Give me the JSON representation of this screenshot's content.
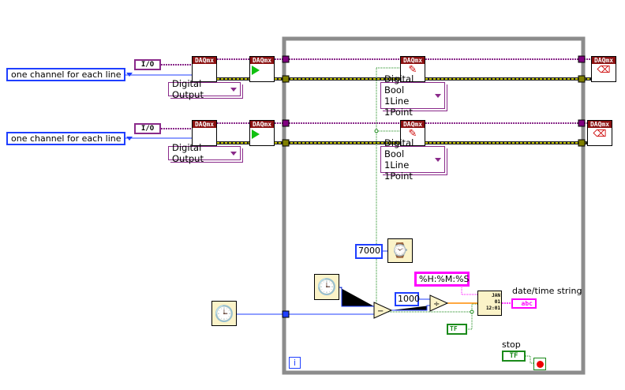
{
  "diagram": {
    "rows": [
      {
        "lines_ring": "one channel for each line",
        "io_constant": "I/O",
        "create_header": "DAQmx",
        "channel_type": "Digital Output",
        "start_header": "DAQmx",
        "write_header": "DAQmx",
        "write_mode": [
          "Digital Bool",
          "1Line 1Point"
        ],
        "clear_header": "DAQmx"
      },
      {
        "lines_ring": "one channel for each line",
        "io_constant": "I/O",
        "create_header": "DAQmx",
        "channel_type": "Digital Output",
        "start_header": "DAQmx",
        "write_header": "DAQmx",
        "write_mode": [
          "Digital Bool",
          "1Line 1Point"
        ],
        "clear_header": "DAQmx"
      }
    ],
    "wait_ms": "7000",
    "divisor": "1000",
    "format_string": "%H:%M:%S",
    "datetime_indicator_label": "date/time string",
    "datetime_indicator_text": "abc",
    "bool_constant": "TF",
    "stop_label": "stop",
    "stop_indicator": "TF",
    "loop_iteration": "i",
    "format_icon_text": [
      "JAN",
      "01",
      "12:01"
    ],
    "colors": {
      "task_wire": "#8a2a8a",
      "error_wire": "#c8c800",
      "numeric_wire": "#1f3fff",
      "double_wire": "#ff8c00",
      "boolean_wire": "#1a8a1a",
      "string_wire": "#ff00ff",
      "loop_frame": "#8c8c8c"
    }
  }
}
